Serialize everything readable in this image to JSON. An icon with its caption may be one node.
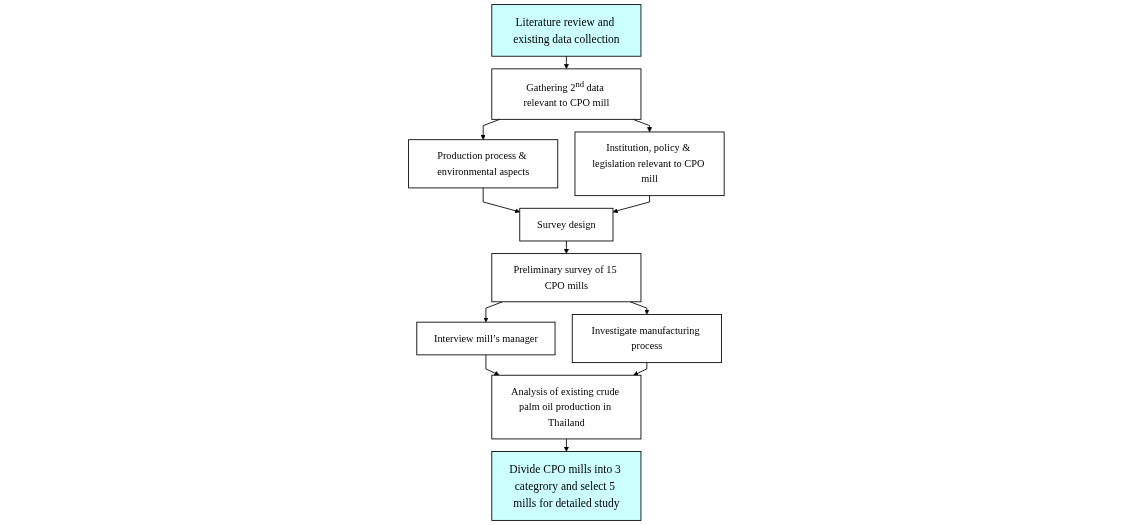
{
  "diagram": {
    "nodes": [
      {
        "text": [
          "Literature review and existing data collection"
        ]
      },
      {
        "text": [
          "Gathering 2$^{nd}$ data relevant to CPO mill"
        ]
      },
      {
        "text": [
          "Production process & environmental aspects"
        ]
      },
      {
        "text": [
          "Institution, policy & legislation relevant to CPO mill"
        ]
      },
      {
        "text": [
          "Survey design"
        ]
      },
      {
        "text": [
          "Preliminary survey of 15 CPO mills"
        ]
      },
      {
        "text": [
          "Interview mill’s manager"
        ]
      },
      {
        "text": [
          "Investigate manufacturing process"
        ]
      },
      {
        "text": [
          "Analysis of existing crude palm oil production in Thailand"
        ]
      },
      {
        "text": [
          "Divide CPO mills into 3 categrory and select 5 mills for detailed study"
        ]
      }
    ],
    "edges": [
      {
        "from": 0,
        "to": 1,
        "arrow": "to"
      },
      {
        "from": 1,
        "to": 2,
        "arrow": "to"
      },
      {
        "from": 1,
        "to": 3,
        "arrow": "to"
      },
      {
        "from": 2,
        "to": 4,
        "arrow": "to"
      },
      {
        "from": 3,
        "to": 4,
        "arrow": "to"
      },
      {
        "from": 4,
        "to": 5,
        "arrow": "to"
      },
      {
        "from": 5,
        "to": 6,
        "arrow": "to"
      },
      {
        "from": 5,
        "to": 7,
        "arrow": "to"
      },
      {
        "from": 6,
        "to": 8,
        "arrow": "to"
      },
      {
        "from": 7,
        "to": 8,
        "arrow": "to"
      },
      {
        "from": 8,
        "to": 9,
        "arrow": "to"
      }
    ]
  }
}
